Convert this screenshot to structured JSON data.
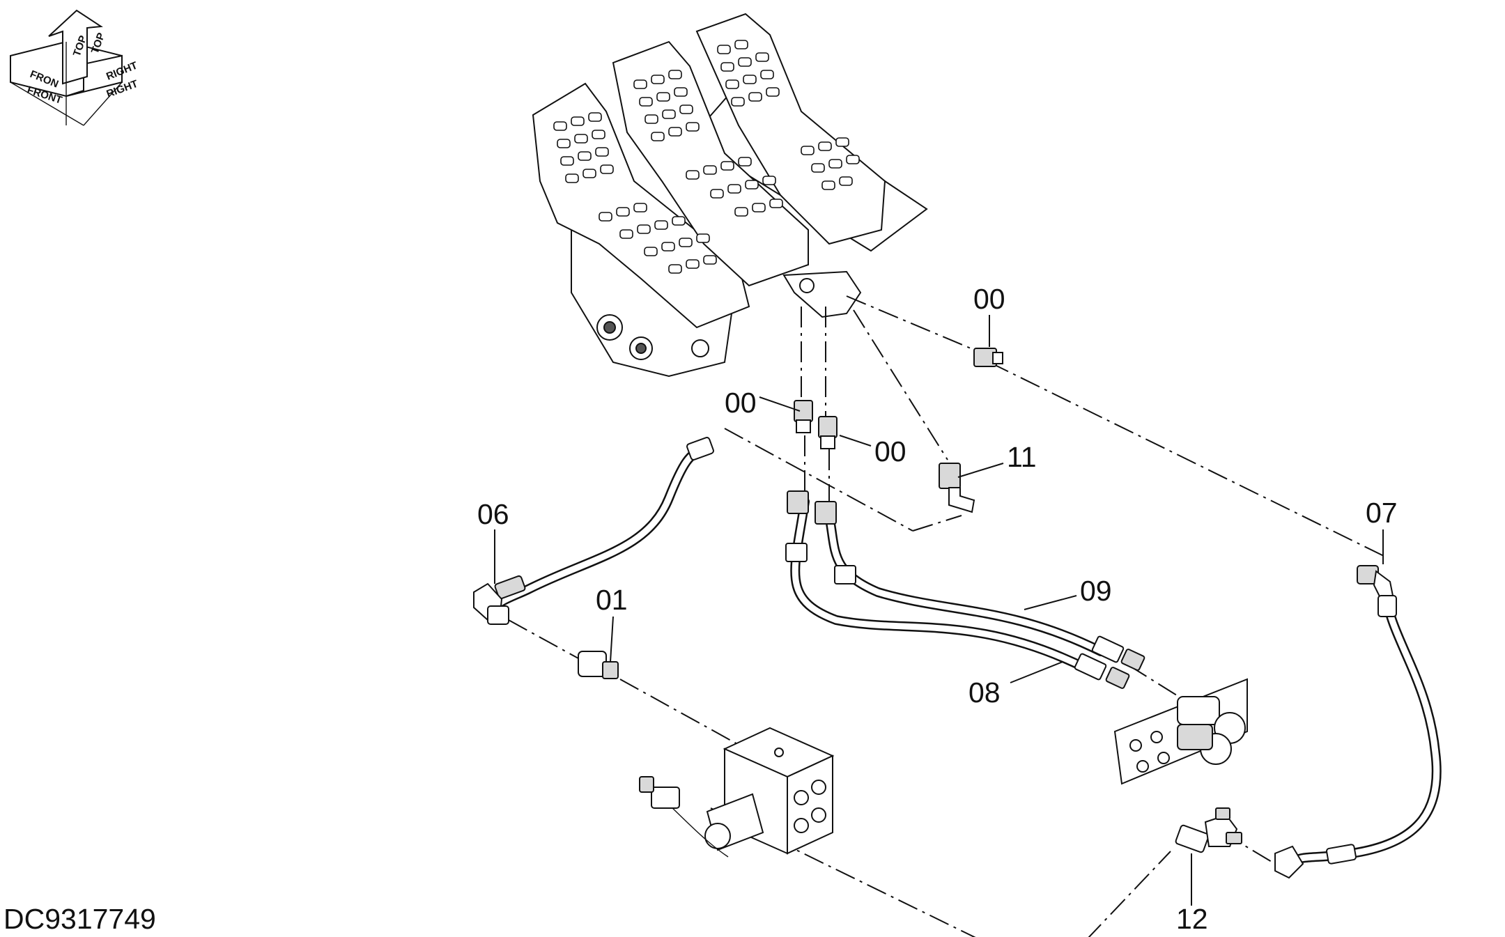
{
  "drawing_code": "DC9317749",
  "orientation": {
    "front_label": "FRONT",
    "top_label": "TOP",
    "right_label": "RIGHT",
    "front_mirror_label": "FRON",
    "top_mirror_label": "TOP",
    "right_mirror_label": "RIGHT"
  },
  "callouts": {
    "c00_top": "00",
    "c00_left": "00",
    "c00_right": "00",
    "c11": "11",
    "c06": "06",
    "c07": "07",
    "c01": "01",
    "c09": "09",
    "c08": "08",
    "c12": "12"
  }
}
